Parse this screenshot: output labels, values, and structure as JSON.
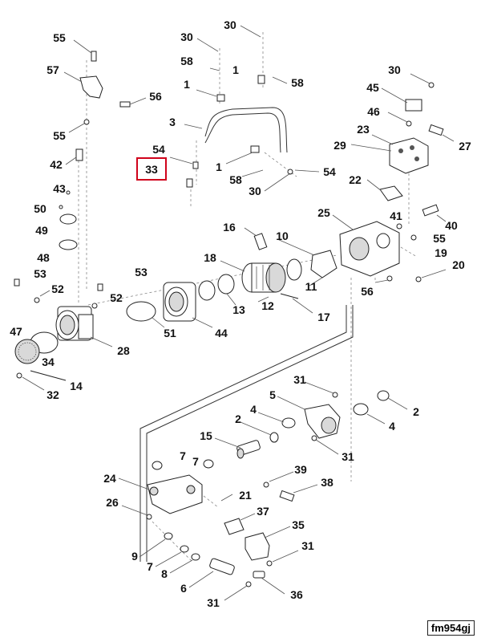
{
  "diagram_ref": "fm954gj",
  "highlighted_callout": "33",
  "callouts": [
    "55",
    "57",
    "56",
    "55",
    "42",
    "43",
    "50",
    "49",
    "48",
    "53",
    "52",
    "47",
    "34",
    "32",
    "14",
    "28",
    "30",
    "58",
    "1",
    "3",
    "54",
    "33",
    "1",
    "58",
    "54",
    "30",
    "30",
    "1",
    "58",
    "16",
    "10",
    "18",
    "12",
    "11",
    "17",
    "13",
    "51",
    "44",
    "53",
    "52",
    "45",
    "30",
    "46",
    "23",
    "27",
    "29",
    "22",
    "25",
    "41",
    "40",
    "55",
    "19",
    "20",
    "56",
    "31",
    "5",
    "2",
    "4",
    "2",
    "4",
    "31",
    "15",
    "7",
    "7",
    "24",
    "26",
    "21",
    "39",
    "38",
    "37",
    "35",
    "31",
    "9",
    "7",
    "8",
    "6",
    "31",
    "36"
  ]
}
